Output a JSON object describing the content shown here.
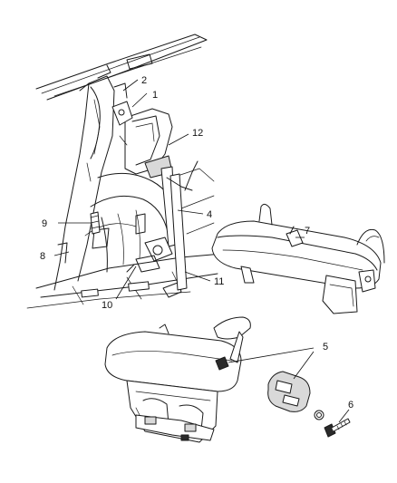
{
  "callouts": [
    {
      "id": "1",
      "label": "1"
    },
    {
      "id": "2",
      "label": "2"
    },
    {
      "id": "4",
      "label": "4"
    },
    {
      "id": "5",
      "label": "5"
    },
    {
      "id": "6",
      "label": "6"
    },
    {
      "id": "7",
      "label": "7"
    },
    {
      "id": "8",
      "label": "8"
    },
    {
      "id": "9",
      "label": "9"
    },
    {
      "id": "10",
      "label": "10"
    },
    {
      "id": "11",
      "label": "11"
    },
    {
      "id": "12",
      "label": "12"
    }
  ]
}
